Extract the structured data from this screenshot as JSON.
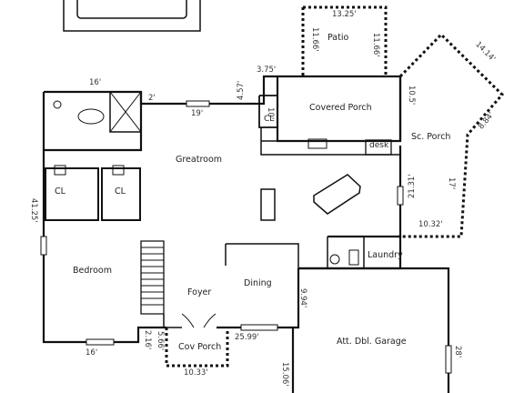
{
  "rooms": {
    "patio": "Patio",
    "covered_porch": "Covered Porch",
    "sc_porch": "Sc. Porch",
    "greatroom": "Greatroom",
    "cl_left": "CL",
    "cl_right": "CL",
    "cl_small": "CL",
    "desk": "desk",
    "bedroom": "Bedroom",
    "foyer": "Foyer",
    "dining": "Dining",
    "laundry": "Laundry",
    "cov_porch": "Cov Porch",
    "garage": "Att. Dbl. Garage"
  },
  "dimensions": {
    "patio_top": "13.25'",
    "patio_left": "11.66'",
    "patio_right": "11.66'",
    "sc_porch_diag_top": "14.14'",
    "sc_porch_diag_right": "8.84'",
    "sc_porch_left": "10.5'",
    "sc_porch_right": "17'",
    "sc_porch_mid": "21.31'",
    "sc_porch_bottom": "10.32'",
    "closet_top": "3.75'",
    "closet_side": "10'",
    "top_wall": "19'",
    "left_jog": "2'",
    "right_jog": "4.57'",
    "bath_top": "16'",
    "left_wall": "41.25'",
    "bedroom_bottom": "16'",
    "foyer_jog": "2.16'",
    "cov_porch_side": "5.66'",
    "cov_porch_bottom": "10.33'",
    "front_wall": "25.99'",
    "dining_side": "9.94'",
    "garage_left": "15.06'",
    "garage_right": "28'"
  }
}
